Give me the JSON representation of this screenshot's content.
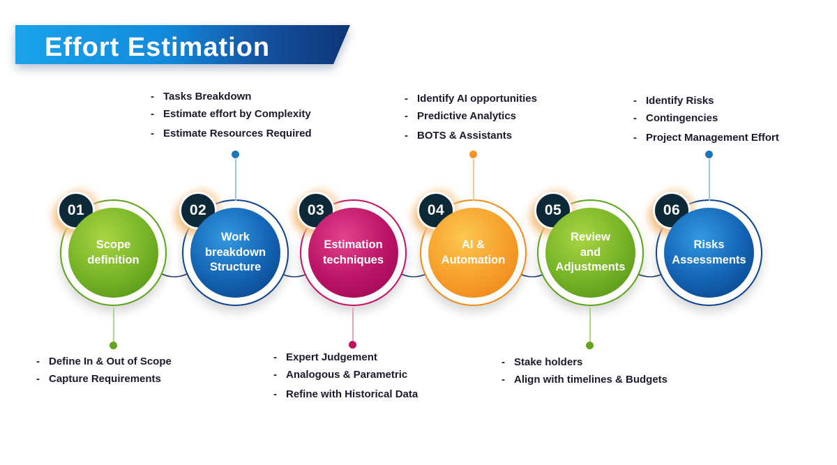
{
  "title": "Effort Estimation",
  "ui": {
    "bullet_marker": "-"
  },
  "colors": {
    "header_gradient_start": "#1aa3ea",
    "header_gradient_end": "#0e3576",
    "badge_background": "#0d2937",
    "bullet_text": "#1a1a2e",
    "connector_line": "#27426e",
    "themes": {
      "green": {
        "ring": "#5ca41a",
        "dot": "#64a51d"
      },
      "blue": {
        "ring": "#0b4291",
        "dot": "#1b75bb"
      },
      "magenta": {
        "ring": "#c90f62",
        "dot": "#c01060"
      },
      "orange": {
        "ring": "#f18a16",
        "dot": "#f39423"
      }
    }
  },
  "steps": [
    {
      "number": "01",
      "label": "Scope\ndefinition",
      "theme": "green",
      "details_position": "below",
      "bullets": [
        "Define In & Out of Scope",
        "Capture Requirements"
      ]
    },
    {
      "number": "02",
      "label": "Work\nbreakdown\nStructure",
      "theme": "blue",
      "details_position": "above",
      "bullets": [
        "Tasks Breakdown",
        "Estimate effort by Complexity",
        "Estimate Resources Required"
      ]
    },
    {
      "number": "03",
      "label": "Estimation\ntechniques",
      "theme": "magenta",
      "details_position": "below",
      "bullets": [
        "Expert Judgement",
        "Analogous & Parametric",
        "Refine with Historical Data"
      ]
    },
    {
      "number": "04",
      "label": "AI &\nAutomation",
      "theme": "orange",
      "details_position": "above",
      "bullets": [
        "Identify AI opportunities",
        "Predictive Analytics",
        "BOTS & Assistants"
      ]
    },
    {
      "number": "05",
      "label": "Review\nand\nAdjustments",
      "theme": "green",
      "details_position": "below",
      "bullets": [
        "Stake holders",
        "Align with timelines & Budgets"
      ]
    },
    {
      "number": "06",
      "label": "Risks\nAssessments",
      "theme": "blue",
      "details_position": "above",
      "bullets": [
        "Identify Risks",
        "Contingencies",
        "Project Management Effort"
      ]
    }
  ]
}
